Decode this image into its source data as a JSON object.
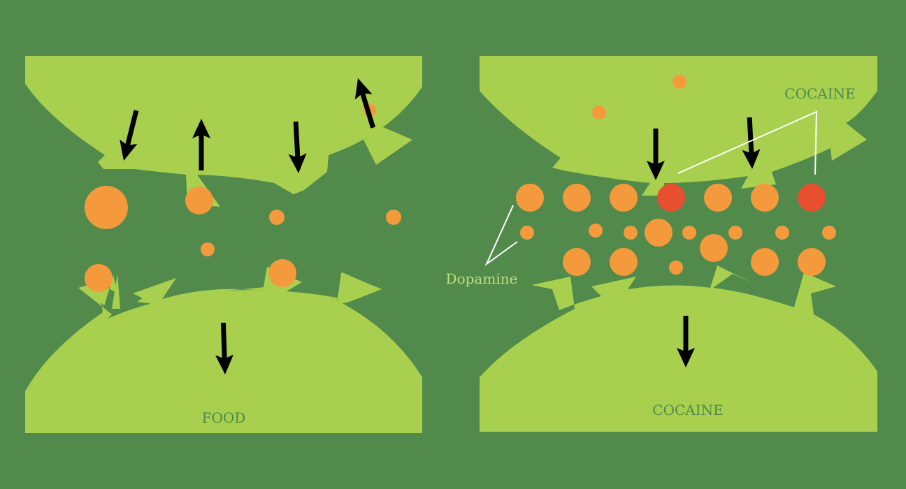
{
  "colors": {
    "background": "#528a4c",
    "neuron": "#a8d04e",
    "dopamine": "#f59a3c",
    "cocaine": "#e84f2e",
    "arrow": "#000000",
    "label_dark": "#4e8a50",
    "label_light": "#bfe07a",
    "pointer_line": "#ffffff"
  },
  "panels": [
    {
      "id": "food",
      "caption": "FOOD"
    },
    {
      "id": "cocaine",
      "caption": "COCAINE"
    }
  ],
  "labels": {
    "cocaine_callout": "COCAINE",
    "dopamine_callout": "Dopamine"
  },
  "icons": [
    "arrow-down-icon",
    "arrow-up-icon"
  ]
}
